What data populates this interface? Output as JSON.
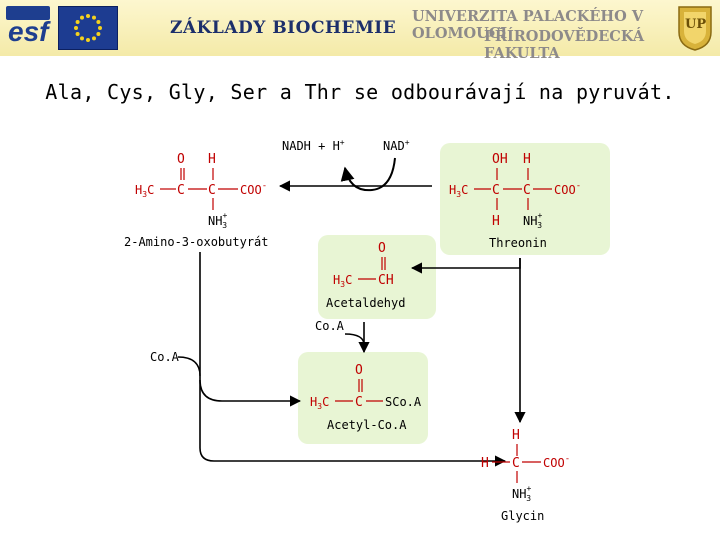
{
  "header": {
    "esf_logo_text": "esf",
    "center_title": "ZÁKLADY BIOCHEMIE",
    "university_line1": "UNIVERZITA PALACKÉHO V OLOMOUCI",
    "university_line2": "PŘÍRODOVĚDECKÁ FAKULTA",
    "crest_letters": "UP"
  },
  "slide": {
    "title": "Ala, Cys, Gly, Ser a Thr se odbourávají na pyruvát."
  },
  "diagram": {
    "nadh": "NADH + H",
    "nad": "NAD",
    "amino_oxobutyrate": {
      "o": "O",
      "h": "H",
      "h3c": "H",
      "c1": "C",
      "c2": "C",
      "coo": "COO",
      "nh3": "NH",
      "label": "2-Amino-3-oxobutyrát"
    },
    "threonine": {
      "oh": "OH",
      "h_top": "H",
      "h3c": "H",
      "c1": "C",
      "c2": "C",
      "coo": "COO",
      "h_bottom": "H",
      "nh3": "NH",
      "label": "Threonin"
    },
    "acetaldehyde": {
      "o": "O",
      "h3c": "H",
      "ch": "CH",
      "label": "Acetaldehyd"
    },
    "coa_upper": "Co.A",
    "coa_left": "Co.A",
    "acetyl_coa": {
      "o": "O",
      "h3c": "H",
      "c": "C",
      "scoa": "SCo.A",
      "label": "Acetyl-Co.A"
    },
    "glycine": {
      "h_top": "H",
      "h_left": "H",
      "c": "C",
      "coo": "COO",
      "nh3": "NH",
      "label": "Glycin"
    },
    "colors": {
      "box_fill": "#e8f5d4",
      "line": "#000000",
      "header_text": "#1c2f6b"
    }
  }
}
